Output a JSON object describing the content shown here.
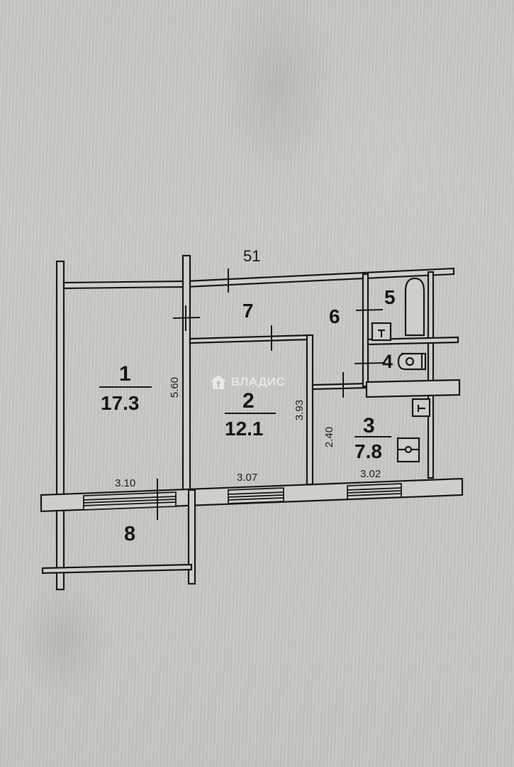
{
  "plan": {
    "total_label": "51",
    "rooms": [
      {
        "number": "1",
        "area": "17.3"
      },
      {
        "number": "2",
        "area": "12.1"
      },
      {
        "number": "3",
        "area": "7.8"
      },
      {
        "number": "4",
        "area": ""
      },
      {
        "number": "5",
        "area": ""
      },
      {
        "number": "6",
        "area": ""
      },
      {
        "number": "7",
        "area": ""
      },
      {
        "number": "8",
        "area": ""
      }
    ],
    "dimensions": {
      "room1_height": "5.60",
      "room2_height": "3.93",
      "room3_height": "2.40",
      "room1_width": "3.10",
      "room2_width": "3.07",
      "room3_width": "3.02"
    },
    "fixtures": [
      "bathtub-icon",
      "sink-icon",
      "toilet-icon",
      "stove-icon",
      "sink-icon"
    ]
  },
  "watermark": {
    "text": "ВЛАДИС",
    "icon": "house-key-icon"
  },
  "colors": {
    "paper": "#c8c7c2",
    "ink": "#1a1a1a",
    "wall_fill": "#cfcecb"
  }
}
